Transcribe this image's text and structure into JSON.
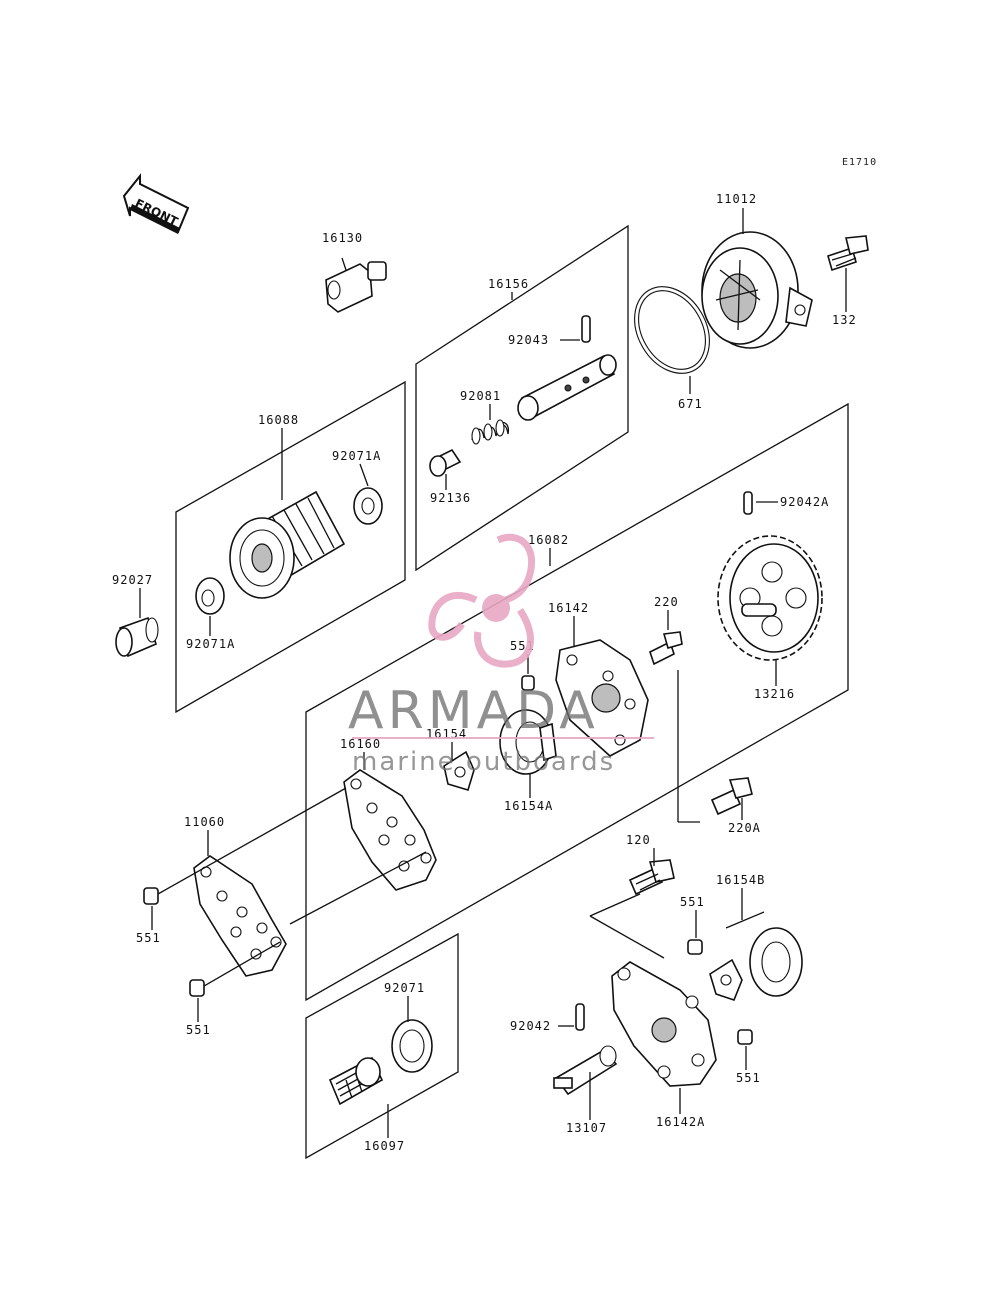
{
  "diagram_code": "E1710",
  "front_indicator": "FRONT",
  "watermark": {
    "title": "ARMADA",
    "subtitle": "marine outboards",
    "accent_color": "#e8a8c4",
    "text_color": "#6f6f6f"
  },
  "parts": {
    "p11012": "11012",
    "p132": "132",
    "p671": "671",
    "p16130": "16130",
    "p16156": "16156",
    "p92043": "92043",
    "p92081": "92081",
    "p92136": "92136",
    "p16088": "16088",
    "p92071A_top": "92071A",
    "p92071A_bot": "92071A",
    "p92027": "92027",
    "p16082": "16082",
    "p92042A": "92042A",
    "p13216": "13216",
    "p220": "220",
    "p16142": "16142",
    "p551_a": "551",
    "p16154": "16154",
    "p16154A": "16154A",
    "p16160": "16160",
    "p11060": "11060",
    "p551_b": "551",
    "p551_c": "551",
    "p220A": "220A",
    "p120": "120",
    "p16154B": "16154B",
    "p551_d": "551",
    "p92071": "92071",
    "p16097": "16097",
    "p92042": "92042",
    "p13107": "13107",
    "p16142A": "16142A",
    "p551_e": "551"
  }
}
